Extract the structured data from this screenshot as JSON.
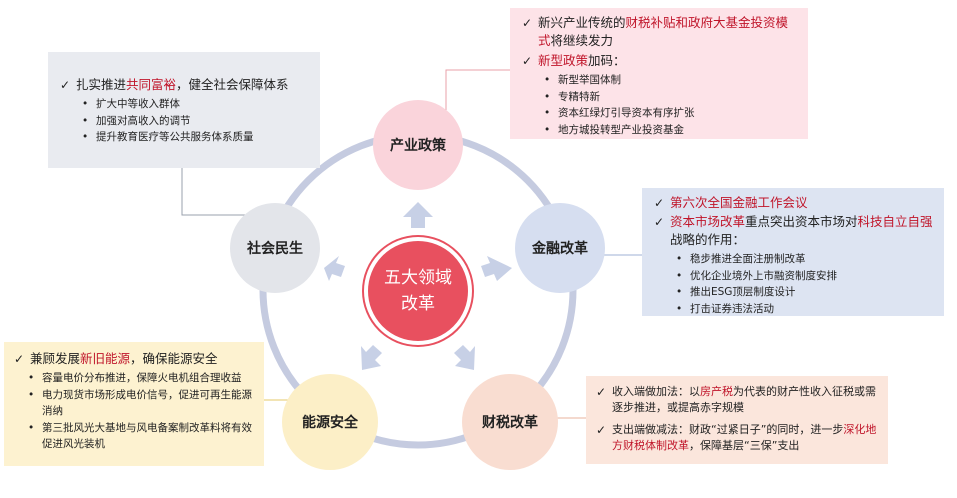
{
  "center": {
    "line1": "五大领域",
    "line2": "改革"
  },
  "nodes": {
    "industry": "产业政策",
    "finance": "金融改革",
    "fiscal": "财税改革",
    "energy": "能源安全",
    "social": "社会民生"
  },
  "industry_box": {
    "p1_a": "新兴产业传统的",
    "p1_red": "财税补贴和政府大基金投资模式",
    "p1_b": "将继续发力",
    "p2_red": "新型政策",
    "p2_b": "加码：",
    "items": [
      "新型举国体制",
      "专精特新",
      "资本红绿灯引导资本有序扩张",
      "地方城投转型产业投资基金"
    ]
  },
  "social_box": {
    "p1_a": "扎实推进",
    "p1_red": "共同富裕",
    "p1_b": "，健全社会保障体系",
    "items": [
      "扩大中等收入群体",
      "加强对高收入的调节",
      "提升教育医疗等公共服务体系质量"
    ]
  },
  "finance_box": {
    "p1_red": "第六次全国金融工作会议",
    "p2_red": "资本市场改革",
    "p2_b": "重点突出资本市场对",
    "p2_red2": "科技自立自强",
    "p2_c": "战略的作用：",
    "items": [
      "稳步推进全面注册制改革",
      "优化企业境外上市融资制度安排",
      "推出ESG顶层制度设计",
      "打击证券违法活动"
    ]
  },
  "energy_box": {
    "p1_a": "兼顾发展",
    "p1_red": "新旧能源",
    "p1_b": "，确保能源安全",
    "items": [
      "容量电价分布推进，保障火电机组合理收益",
      "电力现货市场形成电价信号，促进可再生能源消纳",
      "第三批风光大基地与风电备案制改革料将有效促进风光装机"
    ]
  },
  "fiscal_box": {
    "p1_a": "收入端做加法：以",
    "p1_red": "房产税",
    "p1_b": "为代表的财产性收入征税或需逐步推进，或提高赤字规模",
    "p2_a": "支出端做减法：财政“过紧日子”的同时，进一步",
    "p2_red": "深化地方财税体制改革",
    "p2_b": "，保障基层“三保”支出"
  },
  "colors": {
    "industry_bg": "#fde3e8",
    "industry_circle": "#fad4db",
    "social_bg": "#e9ebf0",
    "social_circle": "#e3e5ea",
    "finance_bg": "#dde4f2",
    "finance_circle": "#d6def0",
    "energy_bg": "#fdf2d0",
    "energy_circle": "#fcefc7",
    "fiscal_bg": "#fbe6dc",
    "fiscal_circle": "#f9ddd1",
    "center": "#e8505f",
    "ring": "#c5cbe0",
    "accent": "#c0152a"
  }
}
